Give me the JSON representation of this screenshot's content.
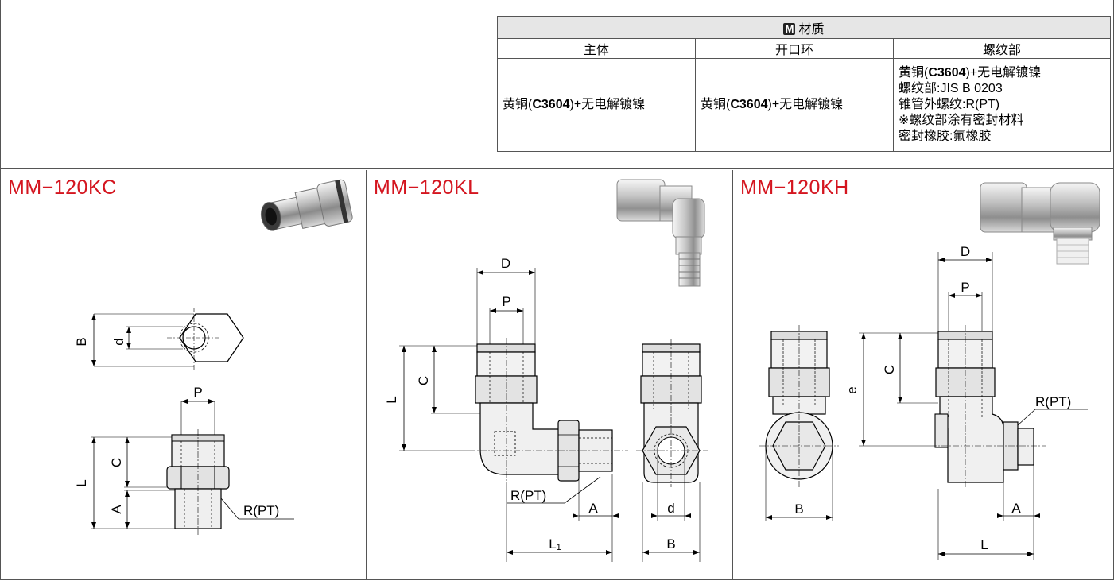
{
  "material": {
    "badge": "M",
    "title": "材质",
    "columns": [
      "主体",
      "开口环",
      "螺纹部"
    ],
    "body_prefix": "黄铜(",
    "body_code": "C3604",
    "body_suffix": ")+无电解镀镍",
    "ring_prefix": "黄铜(",
    "ring_code": "C3604",
    "ring_suffix": ")+无电解镀镍",
    "thread_line1_prefix": "黄铜(",
    "thread_line1_code": "C3604",
    "thread_line1_suffix": ")+无电解镀镍",
    "thread_line2": "螺纹部:JIS B 0203",
    "thread_line3": "锥管外螺纹:R(PT)",
    "thread_line4": "※螺纹部涂有密封材料",
    "thread_line5": "密封橡胶:氟橡胶"
  },
  "panels": {
    "kc": {
      "title": "MM−120KC",
      "dims": {
        "B": "B",
        "d": "d",
        "P": "P",
        "L": "L",
        "C": "C",
        "A": "A",
        "R": "R(PT)"
      }
    },
    "kl": {
      "title": "MM−120KL",
      "dims": {
        "D": "D",
        "P": "P",
        "L": "L",
        "C": "C",
        "R": "R(PT)",
        "A": "A",
        "L1": "L",
        "L1sub": "1",
        "d": "d",
        "B": "B"
      }
    },
    "kh": {
      "title": "MM−120KH",
      "dims": {
        "D": "D",
        "P": "P",
        "C": "C",
        "e": "e",
        "R": "R(PT)",
        "B": "B",
        "A": "A",
        "L": "L"
      }
    }
  }
}
